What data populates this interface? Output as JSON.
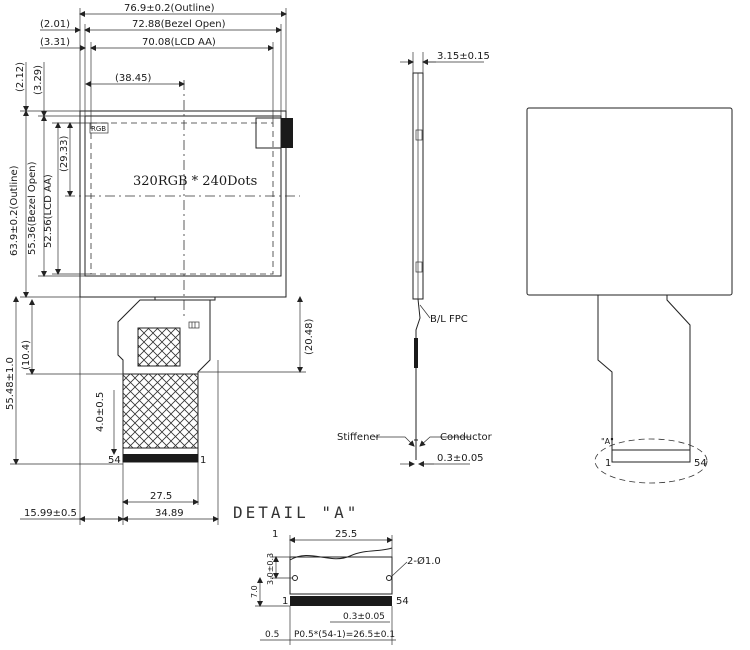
{
  "front_view": {
    "dims": {
      "outline_w": "76.9±0.2(Outline)",
      "bezel_w": "72.88(Bezel Open)",
      "lcd_w": "70.08(LCD AA)",
      "left_201": "(2.01)",
      "left_331": "(3.31)",
      "center_3845": "(38.45)",
      "top_212": "(2.12)",
      "top_329": "(3.29)",
      "center_2933": "(29.33)",
      "outline_h": "63.9±0.2(Outline)",
      "bezel_h": "55.36(Bezel Open)",
      "lcd_h": "52.56(LCD AA)",
      "fpc_2048": "(20.48)",
      "fpc_104": "(10.4)",
      "total_5548": "55.48±1.0",
      "pitch_40": "4.0±0.5",
      "pin_54": "54",
      "pin_1": "1",
      "w_275": "27.5",
      "w_3489": "34.89",
      "w_1599": "15.99±0.5"
    },
    "resolution": "320RGB * 240Dots",
    "rgb_label": "RGB"
  },
  "side_view": {
    "thickness": "3.15±0.15",
    "bl_fpc": "B/L FPC",
    "stiffener": "Stiffener",
    "conductor": "Conductor",
    "conductor_thk": "0.3±0.05"
  },
  "back_view": {
    "detail_marker": "\"A\"",
    "pin_1": "1",
    "pin_54": "54"
  },
  "detail": {
    "title": "DETAIL  \"A\"",
    "w_255": "25.5",
    "pin_1": "1",
    "hole": "2-Ø1.0",
    "h_30": "3.0±0.3",
    "h_70": "7.0",
    "pin_1_lower": "1",
    "pin_54": "54",
    "gap_03": "0.3±0.05",
    "edge_05": "0.5",
    "pitch_formula": "P0.5*(54-1)=26.5±0.1"
  }
}
